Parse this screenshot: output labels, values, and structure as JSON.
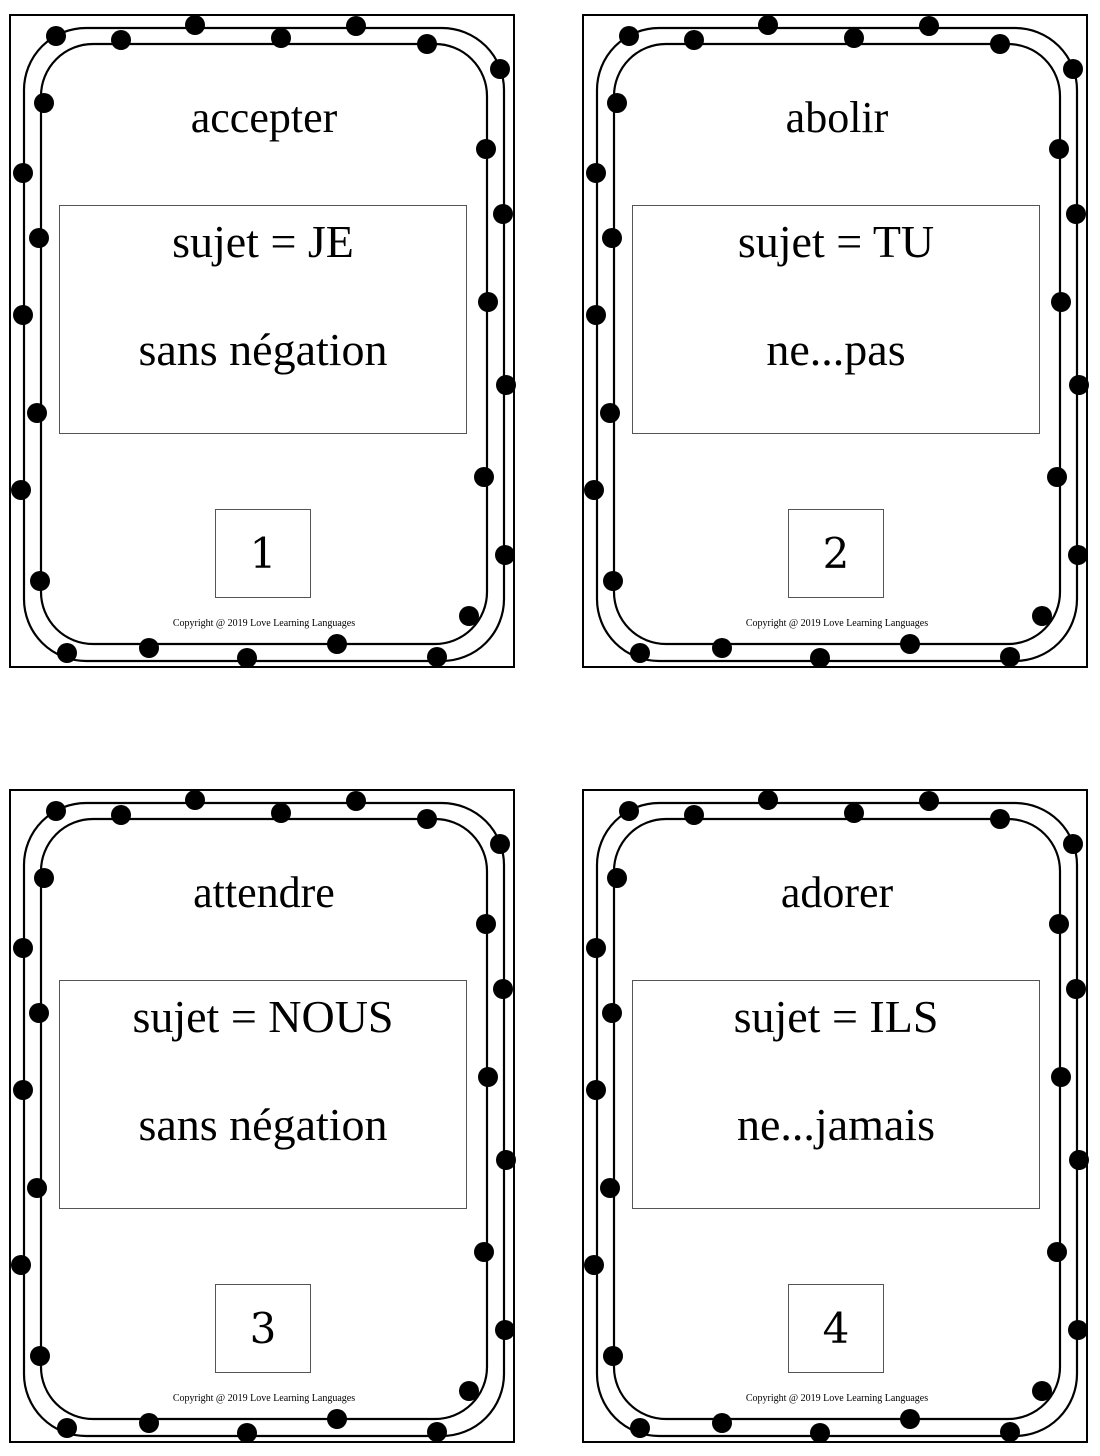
{
  "cards": [
    {
      "verb": "accepter",
      "subject": "sujet = JE",
      "negation": "sans négation",
      "number": "1",
      "copyright": "Copyright @ 2019 Love Learning Languages"
    },
    {
      "verb": "abolir",
      "subject": "sujet = TU",
      "negation": "ne...pas",
      "number": "2",
      "copyright": "Copyright @ 2019 Love Learning Languages"
    },
    {
      "verb": "attendre",
      "subject": "sujet = NOUS",
      "negation": "sans négation",
      "number": "3",
      "copyright": "Copyright @ 2019 Love Learning Languages"
    },
    {
      "verb": "adorer",
      "subject": "sujet = ILS",
      "negation": "ne...jamais",
      "number": "4",
      "copyright": "Copyright @ 2019 Love Learning Languages"
    }
  ]
}
